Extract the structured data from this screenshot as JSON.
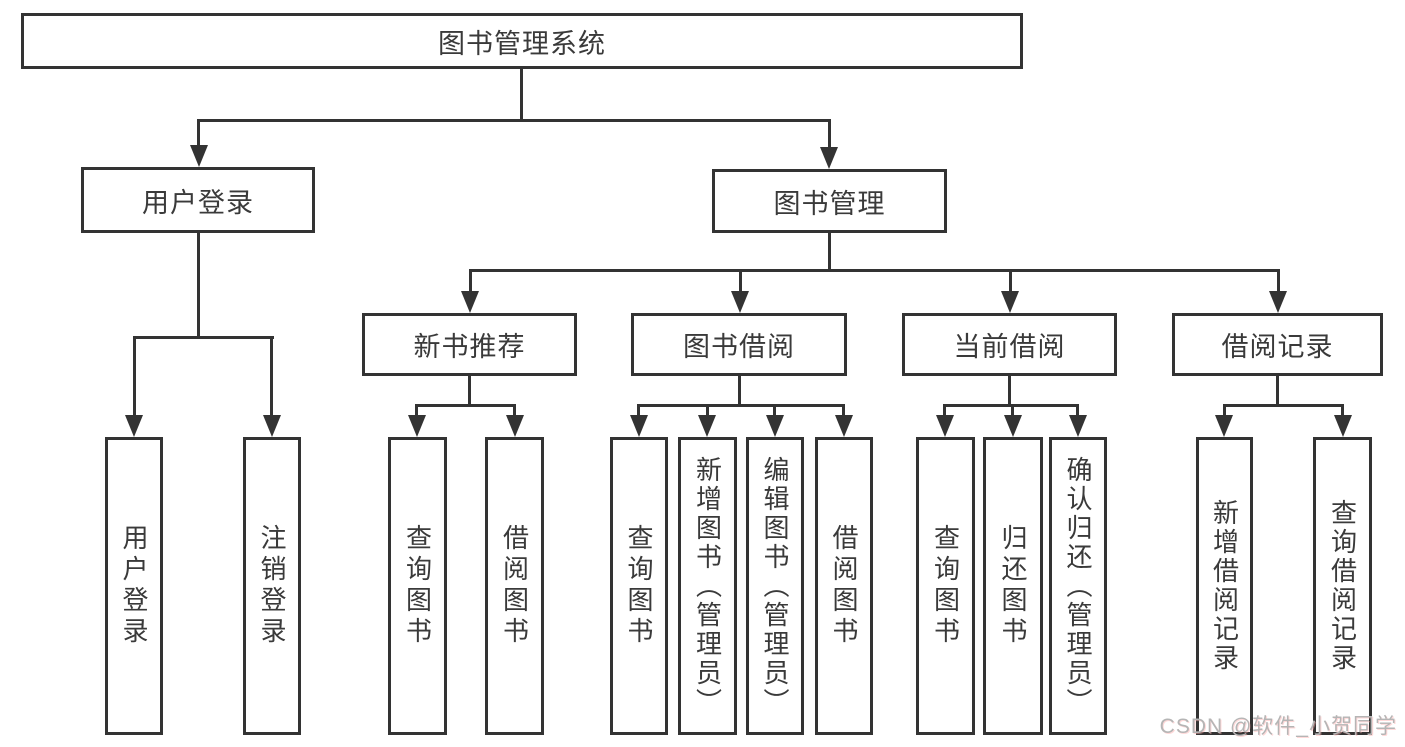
{
  "diagram": {
    "root": {
      "label": "图书管理系统"
    },
    "level2": [
      {
        "id": "user-login",
        "label": "用户登录"
      },
      {
        "id": "book-management",
        "label": "图书管理"
      }
    ],
    "level3": [
      {
        "id": "new-book-recommend",
        "label": "新书推荐"
      },
      {
        "id": "book-borrow",
        "label": "图书借阅"
      },
      {
        "id": "current-borrow",
        "label": "当前借阅"
      },
      {
        "id": "borrow-records",
        "label": "借阅记录"
      }
    ],
    "leaves": {
      "user_login": [
        {
          "label": "用户登录"
        },
        {
          "label": "注销登录"
        }
      ],
      "new_book_recommend": [
        {
          "label": "查询图书"
        },
        {
          "label": "借阅图书"
        }
      ],
      "book_borrow": [
        {
          "label": "查询图书"
        },
        {
          "label": "新增图书（管理员）"
        },
        {
          "label": "编辑图书（管理员）"
        },
        {
          "label": "借阅图书"
        }
      ],
      "current_borrow": [
        {
          "label": "查询图书"
        },
        {
          "label": "归还图书"
        },
        {
          "label": "确认归还（管理员）"
        }
      ],
      "borrow_records": [
        {
          "label": "新增借阅记录"
        },
        {
          "label": "查询借阅记录"
        }
      ]
    }
  },
  "watermark": {
    "text": "CSDN @软件_小贺同学"
  },
  "colors": {
    "line": "#333333",
    "box_border": "#333333",
    "text": "#3a3a3a",
    "background": "#ffffff",
    "watermark": "#b5b5b5"
  }
}
